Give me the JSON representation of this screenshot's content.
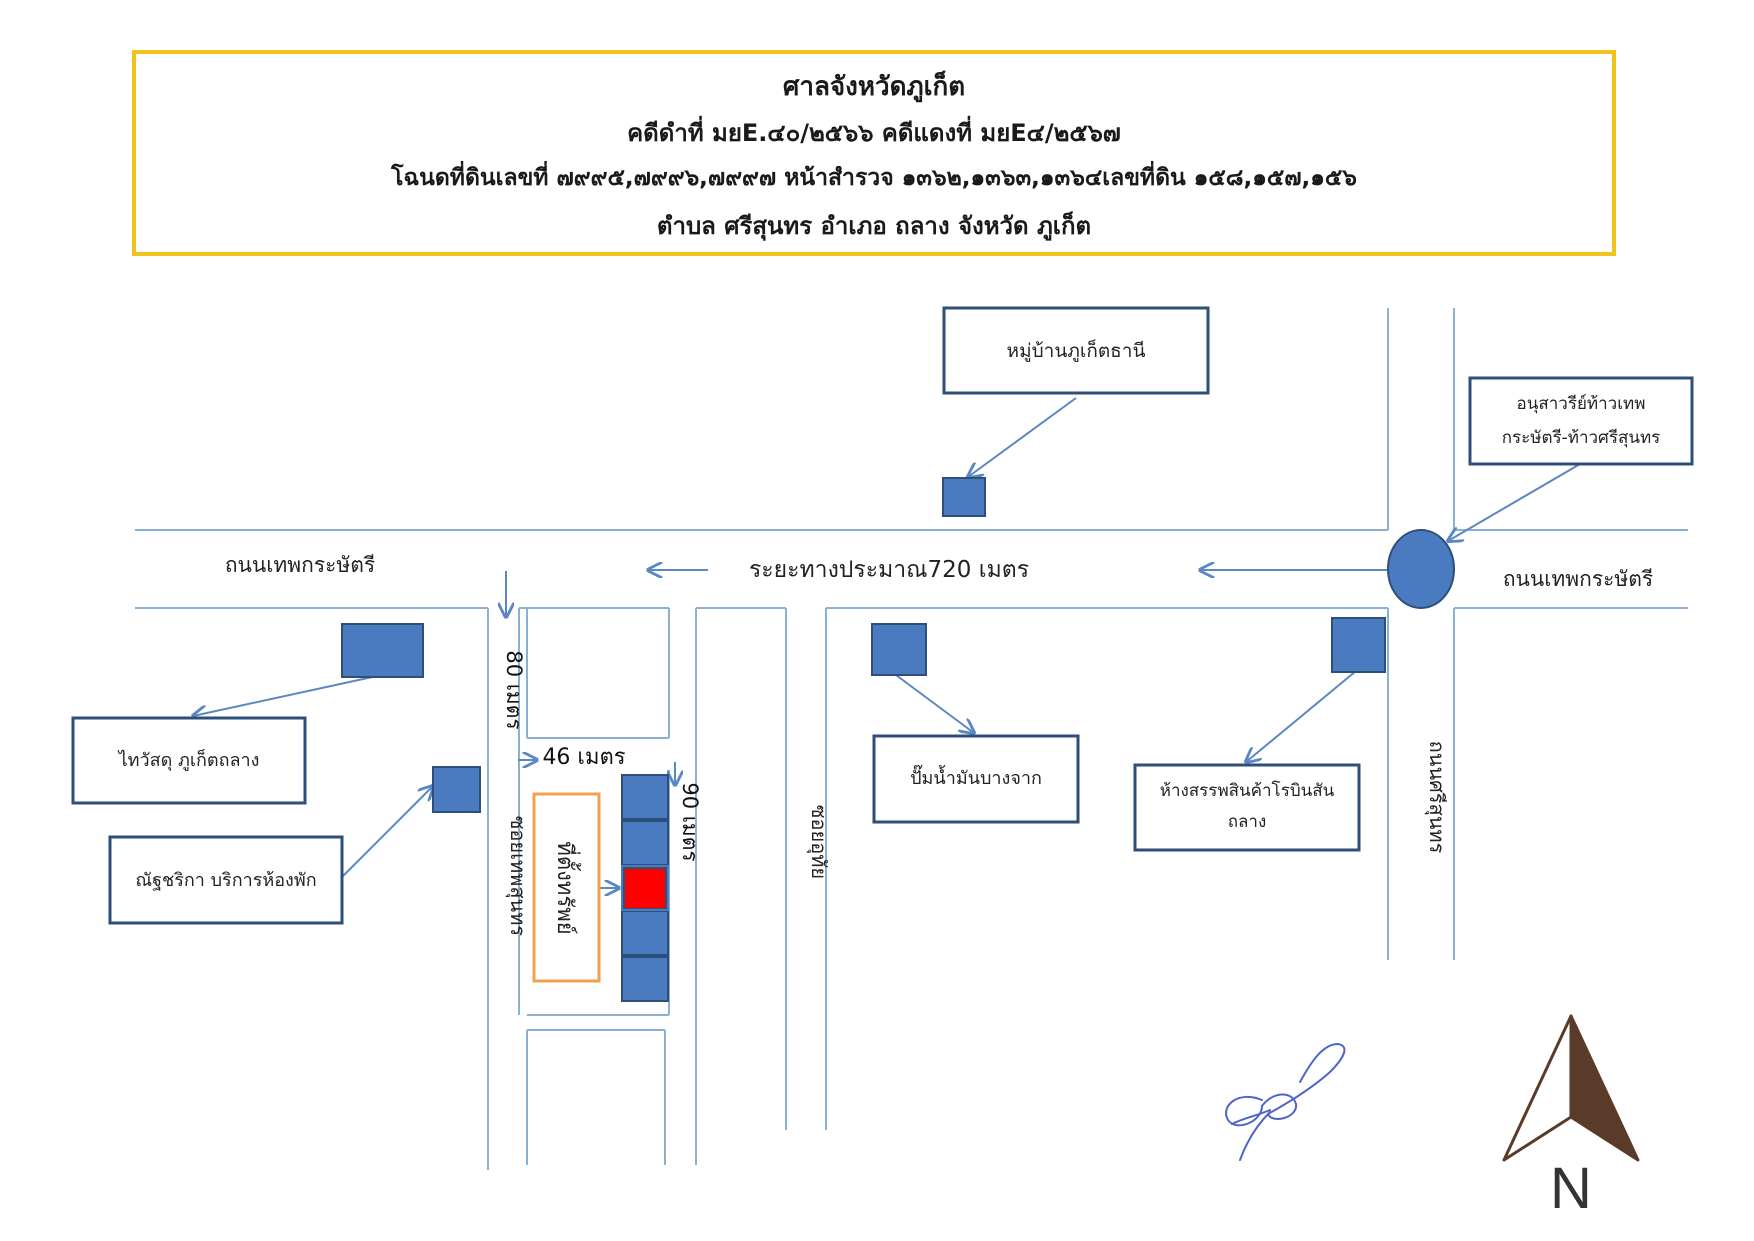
{
  "header": {
    "court": "ศาลจังหวัดภูเก็ต",
    "case_numbers": "คดีดำที่ มยE.๔๐/๒๕๖๖   คดีแดงที่ มยE๔/๒๕๖๗",
    "deed_info": "โฉนดที่ดินเลขที่ ๗๙๙๕,๗๙๙๖,๗๙๙๗   หน้าสำรวจ ๑๓๖๒,๑๓๖๓,๑๓๖๔เลขที่ดิน  ๑๕๘,๑๕๗,๑๕๖",
    "location": "ตำบล  ศรีสุนทร  อำเภอ   ถลาง     จังหวัด   ภูเก็ต"
  },
  "roads": {
    "thep_krasattri_left": "ถนนเทพกระษัตรี",
    "thep_krasattri_right": "ถนนเทพกระษัตรี",
    "distance": "ระยะทางประมาณ720 เมตร",
    "soi_thep_sunthon": "ซอยเทพสุนทร",
    "soi_uthai": "ซอยอุทัย",
    "si_sunthon_road": "ถนนศรีสุนทร"
  },
  "landmarks": {
    "village": "หมู่บ้านภูเก็ตธานี",
    "monument": [
      "อนุสาวรีย์ท้าวเทพ",
      "กระษัตรี-ท้าวศรีสุนทร"
    ],
    "thaiwatsadu": "ไทวัสดุ ภูเก็ตถลาง",
    "natcharika": "ณัฐชริกา บริการห้องพัก",
    "gas_station": "ปั๊มน้ำมันบางจาก",
    "robinson": [
      "ห้างสรรพสินค้าโรบินสัน",
      "ถลาง"
    ]
  },
  "property": {
    "label": "ที่ตั้งทรัพย์"
  },
  "distances": {
    "d80": "80 เมตร",
    "d46": "46 เมตร",
    "d90": "90 เมตร"
  },
  "compass": {
    "label": "N"
  },
  "colors": {
    "header_border": "#f2c31c",
    "road_line": "#8ab0d2",
    "box_border": "#2e4f7a",
    "building_fill": "#4a7bc0",
    "arrow": "#5b87c2",
    "property_red": "#ff0000",
    "property_border": "#f0a050",
    "compass": "#5a3a28"
  }
}
